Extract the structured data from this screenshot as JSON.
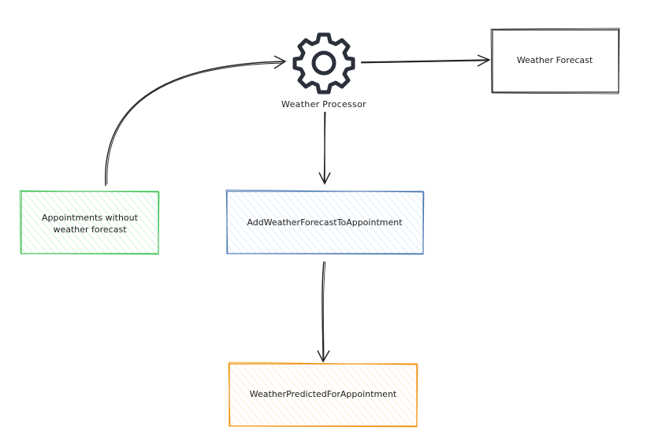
{
  "nodes": {
    "processor": {
      "label": "Weather Processor",
      "icon": "gear-icon",
      "color": "#1e1e1e"
    },
    "forecast": {
      "label": "Weather Forecast",
      "color": "#1e1e1e"
    },
    "appointments": {
      "label_lines": [
        "Appointments without",
        "weather forecast"
      ],
      "stroke": "#40c057",
      "fill": "#b2f2bb"
    },
    "add_forecast": {
      "label": "AddWeatherForecastToAppointment",
      "stroke": "#4a78b0",
      "fill": "#a5d8ff"
    },
    "predicted": {
      "label": "WeatherPredictedForAppointment",
      "stroke": "#f08c00",
      "fill": "#ffd8a8"
    }
  }
}
